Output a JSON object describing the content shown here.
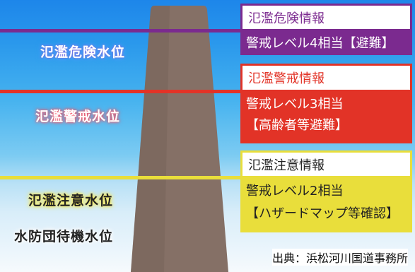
{
  "water_levels": [
    {
      "label": "氾濫危険水位"
    },
    {
      "label": "氾濫警戒水位"
    },
    {
      "label": "氾濫注意水位"
    },
    {
      "label": "水防団待機水位"
    }
  ],
  "info": [
    {
      "title": "氾濫危険情報",
      "level": "警戒レベル4相当【避難】",
      "action": "",
      "color": "#7b2a8f"
    },
    {
      "title": "氾濫警戒情報",
      "level": "警戒レベル3相当",
      "action": "【高齢者等避難】",
      "color": "#e23327"
    },
    {
      "title": "氾濫注意情報",
      "level": "警戒レベル2相当",
      "action": "【ハザードマップ等確認】",
      "color": "#e9de3b"
    }
  ],
  "source": "出典：浜松河川国道事務所",
  "colors": {
    "purple": "#7b2a8f",
    "red": "#e23327",
    "yellow": "#e9de3b",
    "levee": "#857066"
  }
}
